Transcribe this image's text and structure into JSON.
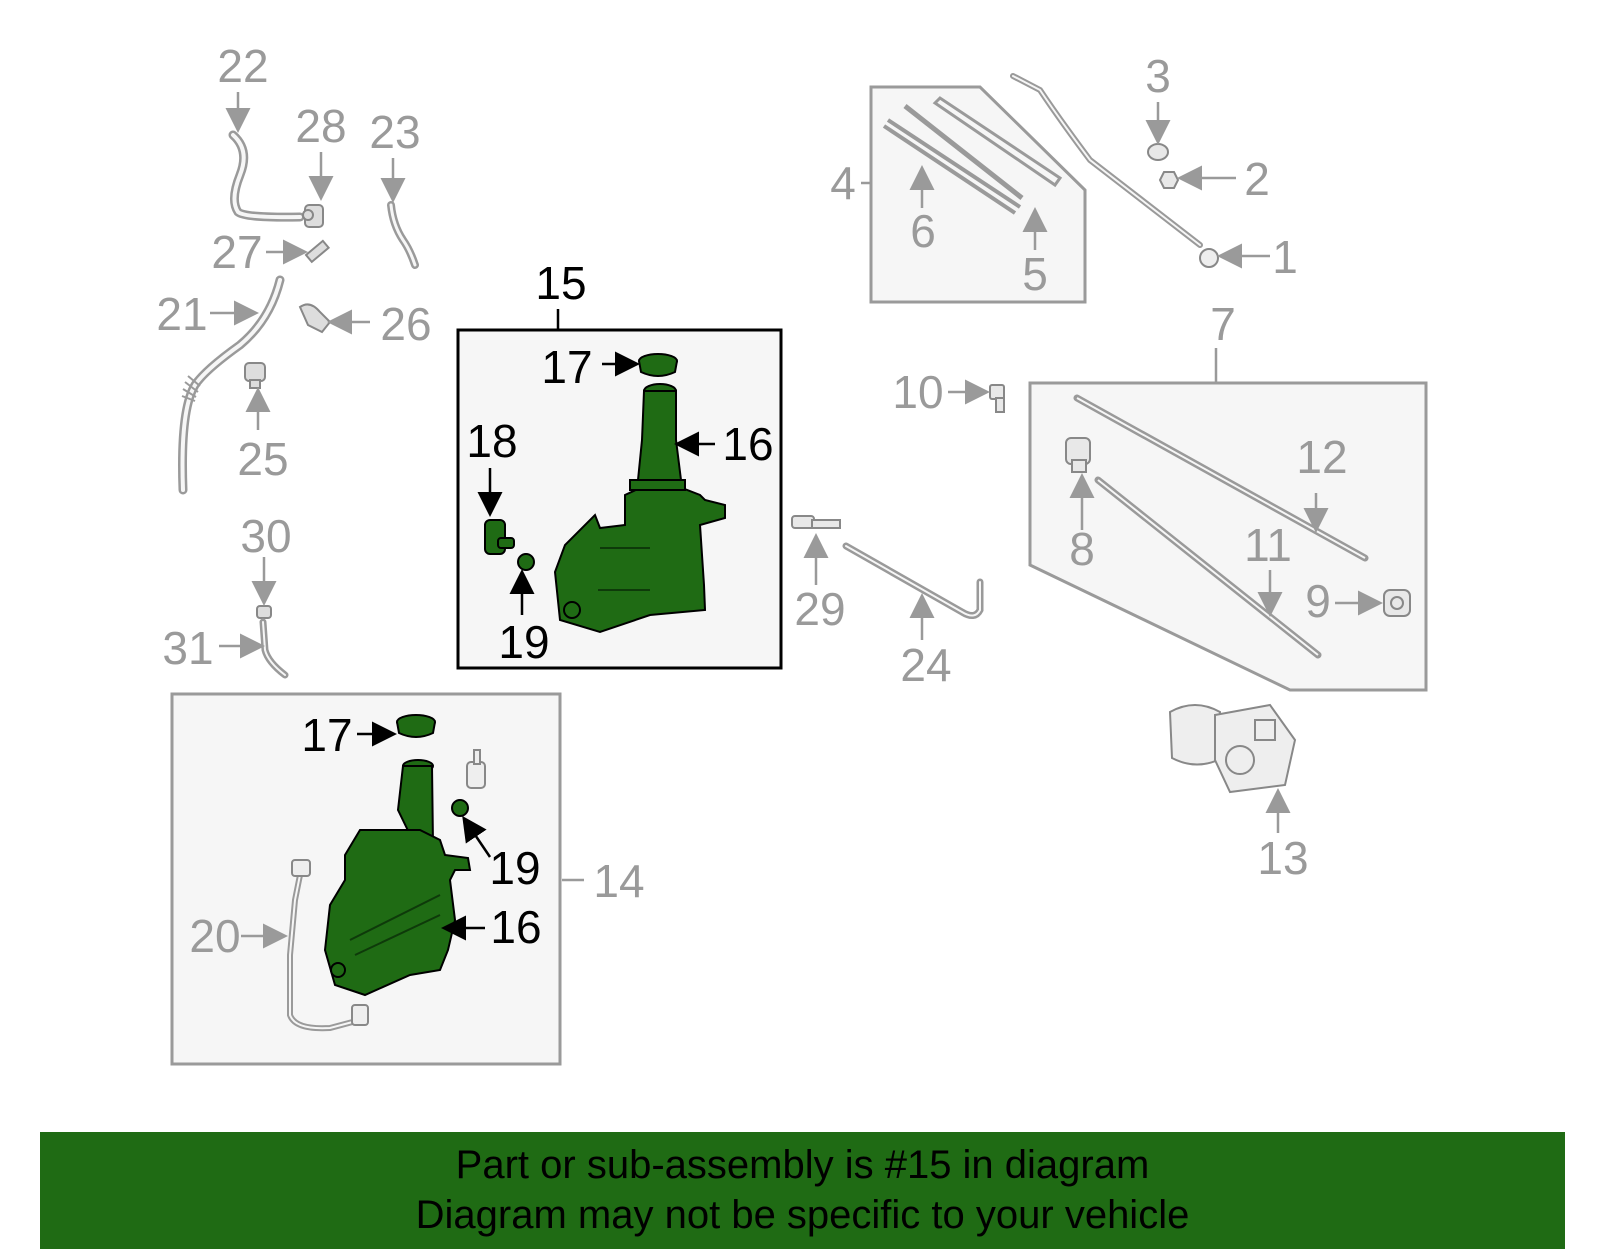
{
  "banner": {
    "line1": "Part or sub-assembly is #15 in diagram",
    "line2": "Diagram may not be specific to your vehicle"
  },
  "colors": {
    "highlight_part": "#1f6b14",
    "banner_bg": "#1f6b14",
    "muted_part": "#9a9a9a",
    "highlight_label": "#000000"
  },
  "callouts": {
    "c1": "1",
    "c2": "2",
    "c3": "3",
    "c4": "4",
    "c5": "5",
    "c6": "6",
    "c7": "7",
    "c8": "8",
    "c9": "9",
    "c10": "10",
    "c11": "11",
    "c12": "12",
    "c13": "13",
    "c14": "14",
    "c15": "15",
    "c16a": "16",
    "c16b": "16",
    "c17a": "17",
    "c17b": "17",
    "c18": "18",
    "c19a": "19",
    "c19b": "19",
    "c20": "20",
    "c21": "21",
    "c22": "22",
    "c23": "23",
    "c24": "24",
    "c25": "25",
    "c26": "26",
    "c27": "27",
    "c28": "28",
    "c29": "29",
    "c30": "30",
    "c31": "31"
  }
}
